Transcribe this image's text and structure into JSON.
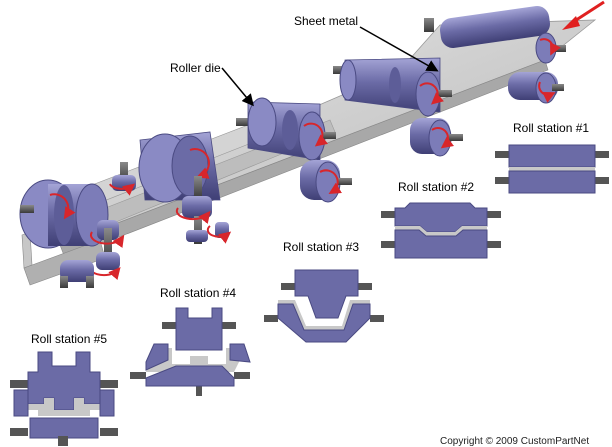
{
  "labels": {
    "sheet_metal": "Sheet metal",
    "roller_die": "Roller die",
    "station_1": "Roll station #1",
    "station_2": "Roll station #2",
    "station_3": "Roll station #3",
    "station_4": "Roll station #4",
    "station_5": "Roll station #5"
  },
  "copyright": "Copyright © 2009 CustomPartNet",
  "colors": {
    "roller": "#6b6ba6",
    "roller_dark": "#4a4a82",
    "roller_light": "#9a9ad0",
    "sheet": "#c9c9c9",
    "sheet_light": "#e2e2e2",
    "shaft": "#5a5a5a",
    "rotation_arrow": "#d8262b",
    "feed_arrow": "#e02020"
  }
}
